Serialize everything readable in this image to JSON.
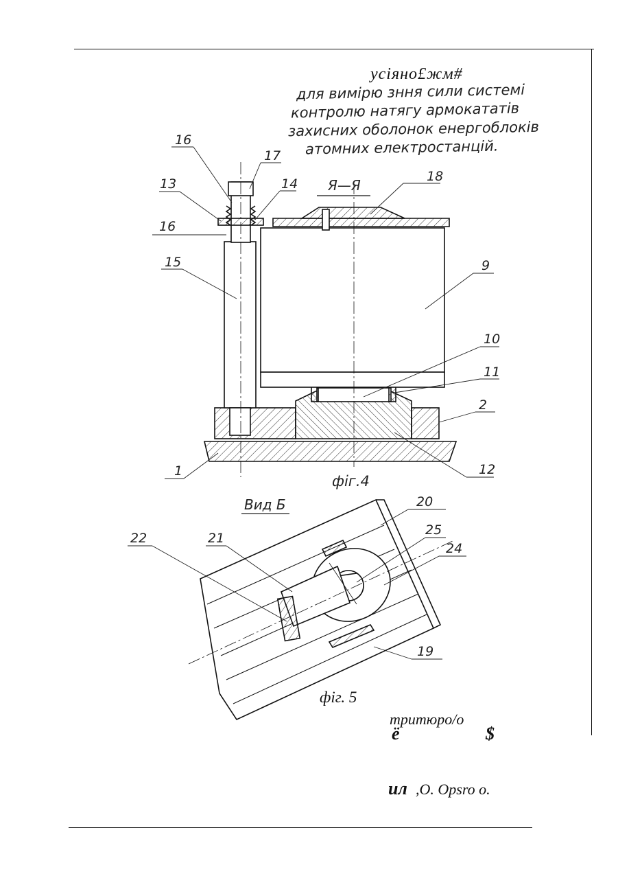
{
  "header_title": "усіяно£жм#",
  "caption_lines": [
    "для вимірю зння сили системі",
    "контролю натягу армокататів",
    "захисних оболонок енергоблоків",
    "атомних електростанцій."
  ],
  "section_label": "Я—Я",
  "view_label": "Вид Б",
  "fig4_label": "фіг.4",
  "fig5_label": "фіг. 5",
  "fig4_callouts": [
    "16",
    "17",
    "13",
    "14",
    "18",
    "16",
    "15",
    "9",
    "10",
    "11",
    "2",
    "1",
    "12"
  ],
  "fig5_callouts": [
    "20",
    "22",
    "21",
    "25",
    "24",
    "19"
  ],
  "footer_line1": "тритюро/о",
  "footer_mark_left": "ё",
  "footer_mark_right": "$",
  "footer_bold": "ил",
  "footer_rest": ",О.  Opsro о."
}
